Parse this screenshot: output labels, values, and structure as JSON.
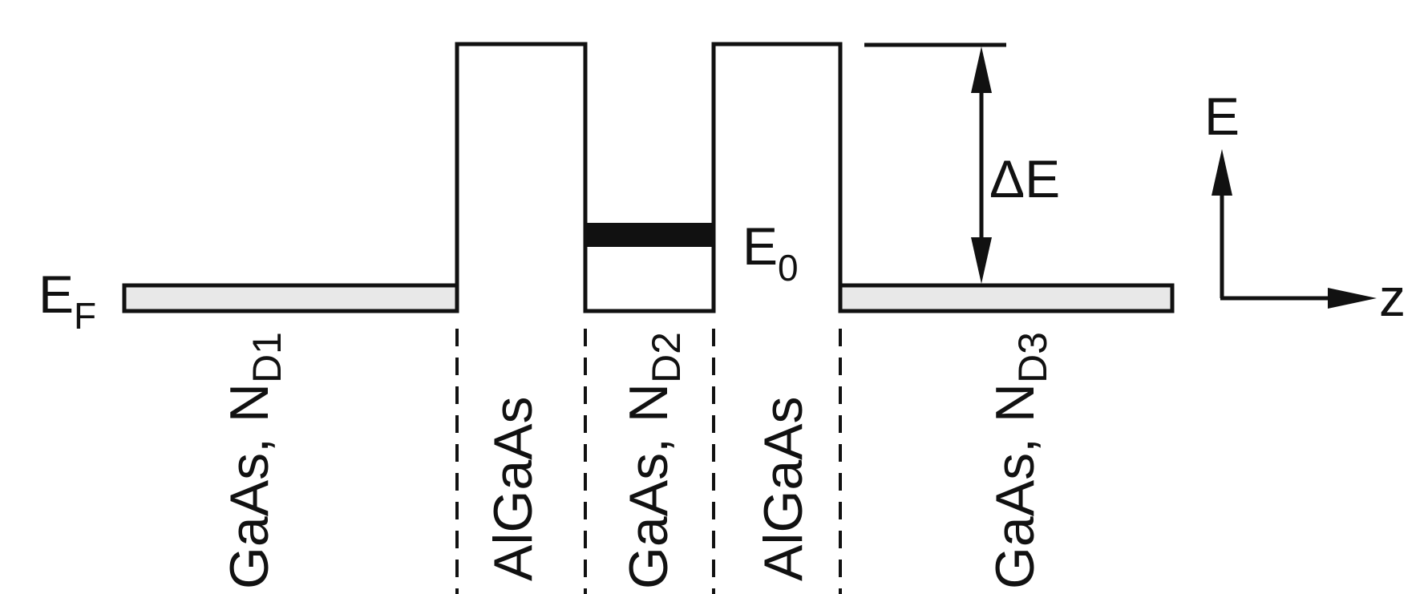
{
  "labels": {
    "fermi": {
      "main": "E",
      "sub": "F"
    },
    "ground_state": {
      "main": "E",
      "sub": "0"
    },
    "barrier_height": "ΔE",
    "axis_e": "E",
    "axis_z": "z"
  },
  "layers": [
    {
      "material": "GaAs, N",
      "sub": "D1"
    },
    {
      "material": "AlGaAs",
      "sub": ""
    },
    {
      "material": "GaAs, N",
      "sub": "D2"
    },
    {
      "material": "AlGaAs",
      "sub": ""
    },
    {
      "material": "GaAs, N",
      "sub": "D3"
    }
  ],
  "colors": {
    "line": "#111111",
    "fermi_fill": "#e8e8e8",
    "ground_state_bar": "#111111",
    "background": "#ffffff"
  }
}
